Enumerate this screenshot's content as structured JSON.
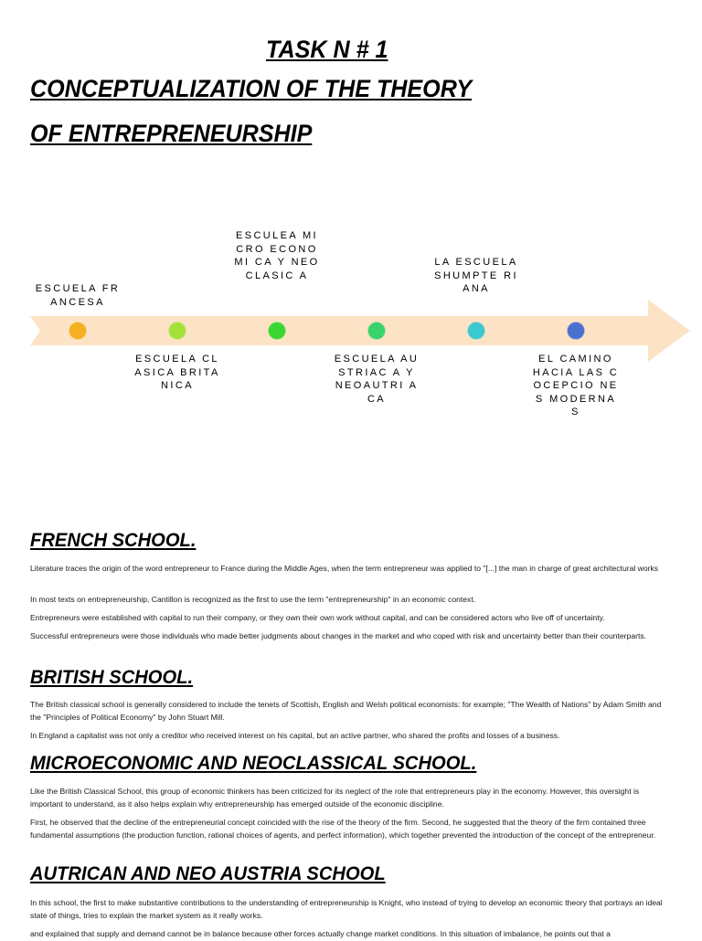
{
  "header": {
    "task": "TASK N # 1",
    "title_line1": "CONCEPTUALIZATION OF THE THEORY",
    "title_line2": "OF ENTREPRENEURSHIP"
  },
  "timeline": {
    "arrow_color": "#fde3c6",
    "labels": [
      "ESCUELA FRANCESA",
      "ESCUELA CLASICA BRITANICA",
      "ESCULEA MICRO ECONOMI CA Y NEOCLASIC A",
      "ESCUELA AUSTRIAC A Y NEOAUTRI ACA",
      "LA ESCUELA SHUMPTE RIANA",
      "EL CAMINO HACIA LAS COCEPCIO NES MODERNA S"
    ],
    "dot_colors": [
      "#f5b021",
      "#a4e23b",
      "#3ad632",
      "#3ad26a",
      "#3bc9cf",
      "#4c70d0"
    ]
  },
  "sections": {
    "french": {
      "heading": "FRENCH SCHOOL.",
      "p1": "Literature traces the origin of the word entrepreneur to France during the Middle Ages, when the term entrepreneur was applied to \"[...] the man in charge of great architectural works",
      "p2": "In most texts on entrepreneurship, Cantillon is recognized as the first to use the term \"entrepreneurship\" in an economic context.",
      "p3": "Entrepreneurs were established with capital to run their company, or they own their own work without capital, and can be considered actors who live off of uncertainty.",
      "p4": "Successful entrepreneurs were those individuals who made better judgments about changes in the market and who coped with risk and uncertainty better than their counterparts."
    },
    "british": {
      "heading": "BRITISH SCHOOL.",
      "p1": "The British classical school is generally considered to include the tenets of Scottish, English and Welsh political economists: for example; \"The Wealth of Nations\" by Adam Smith and the \"Principles of Political Economy\" by John Stuart Mill.",
      "p2": "In England a capitalist was not only a creditor who received interest on his capital, but an active partner, who shared the profits and losses of a business."
    },
    "micro": {
      "heading": " MICROECONOMIC AND NEOCLASSICAL SCHOOL.",
      "p1": "Like the British Classical School, this group of economic thinkers has been criticized for its neglect of the role that entrepreneurs play in the economy. However, this oversight is important to understand, as it also helps explain why entrepreneurship has emerged outside of the economic discipline.",
      "p2": "First, he observed that the decline of the entrepreneurial concept coincided with the rise of the theory of the firm. Second, he suggested that the theory of the firm contained three fundamental assumptions (the production function, rational choices of agents, and perfect information), which together prevented the introduction of the concept of the entrepreneur."
    },
    "austrian": {
      "heading": "AUTRICAN AND NEO AUSTRIA SCHOOL",
      "p1": "In this school, the first to make substantive contributions to the understanding of entrepreneurship is Knight, who instead of trying to develop an economic theory that portrays an ideal state of things, tries to explain the market system as it really works.",
      "p2": "and explained that supply and demand cannot be in balance because other forces actually change market conditions. In this situation of imbalance, he points out that a"
    }
  }
}
